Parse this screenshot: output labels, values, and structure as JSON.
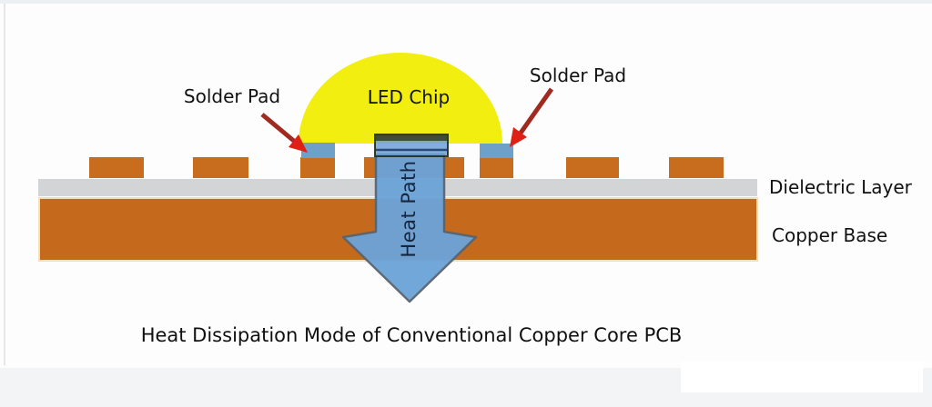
{
  "labels": {
    "solder_pad_left": "Solder Pad",
    "solder_pad_right": "Solder Pad",
    "led_chip": "LED Chip",
    "dielectric_layer": "Dielectric Layer",
    "copper_base": "Copper Base",
    "heat_path": "Heat Path",
    "caption": "Heat Dissipation Mode of Conventional Copper Core PCB"
  },
  "colors": {
    "dome_yellow": "#f2ee10",
    "copper_pad": "#c86d1e",
    "copper_base": "#c56a1c",
    "copper_base_outline": "#f2deba",
    "dielectric_gray": "#d3d4d6",
    "solder_blue": "#6fa0c8",
    "heat_arrow_blue": "#6ba3d9",
    "heat_arrow_outline": "#5a646e",
    "red_arrow_head": "#e02015",
    "red_arrow_line": "#a02a20",
    "chip_dark_bar": "rgba(45,55,25,0.8)",
    "chip_fill": "rgba(110,160,215,0.85)"
  }
}
